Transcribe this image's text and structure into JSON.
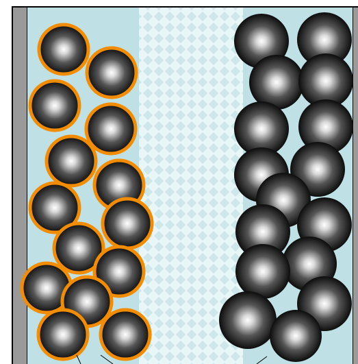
{
  "colors": {
    "background": "#ffffff",
    "electrolyte": "#bfe1e5",
    "separator_light": "#e9f6f7",
    "separator_dot": "#cde8eb",
    "current_collector": "#9a9a9a",
    "outline": "#000000",
    "coated_ring": "#f28c00",
    "particle_dark": "#111111",
    "particle_light": "#ffffff"
  },
  "regions": [
    {
      "name": "left-electrode",
      "icon": "electrolyte-region"
    },
    {
      "name": "separator",
      "icon": "dotted-pattern-separator"
    },
    {
      "name": "right-electrode",
      "icon": "electrolyte-region"
    }
  ],
  "particle_groups": [
    {
      "name": "left-electrode-particles",
      "icon": "orange-coated-sphere-icon",
      "count": 15
    },
    {
      "name": "right-electrode-particles",
      "icon": "plain-black-sphere-icon",
      "count": 17
    }
  ]
}
